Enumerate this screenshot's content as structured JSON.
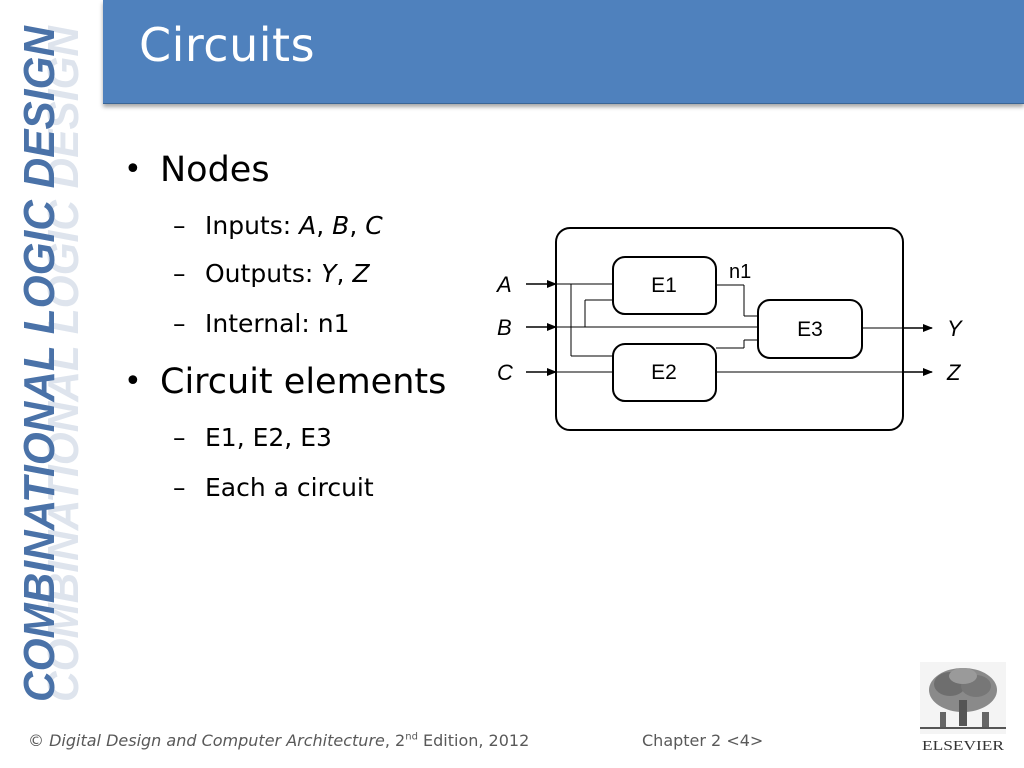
{
  "side_banner": {
    "text": "COMBINATIONAL LOGIC DESIGN"
  },
  "title": "Circuits",
  "bullets": {
    "nodes": {
      "label": "Nodes",
      "inputs_prefix": "Inputs: ",
      "inputs": [
        "A",
        "B",
        "C"
      ],
      "outputs_prefix": "Outputs: ",
      "outputs": [
        "Y",
        "Z"
      ],
      "internal": "Internal: n1"
    },
    "elements": {
      "label": "Circuit elements",
      "list": "E1, E2, E3",
      "note": "Each a circuit"
    }
  },
  "diagram": {
    "inputs": [
      "A",
      "B",
      "C"
    ],
    "outputs": [
      "Y",
      "Z"
    ],
    "elements": [
      "E1",
      "E2",
      "E3"
    ],
    "internal_node": "n1"
  },
  "footer": {
    "copyright_symbol": "©",
    "book_title": "Digital Design and Computer Architecture",
    "edition_num": "2",
    "edition_sup": "nd",
    "edition_rest": " Edition, 2012",
    "chapter": "Chapter 2 <4>"
  },
  "logo": {
    "text": "ELSEVIER"
  },
  "colors": {
    "title_bar": "#4f81bd",
    "banner_text": "#4a72a8",
    "footer_text": "#595959"
  }
}
